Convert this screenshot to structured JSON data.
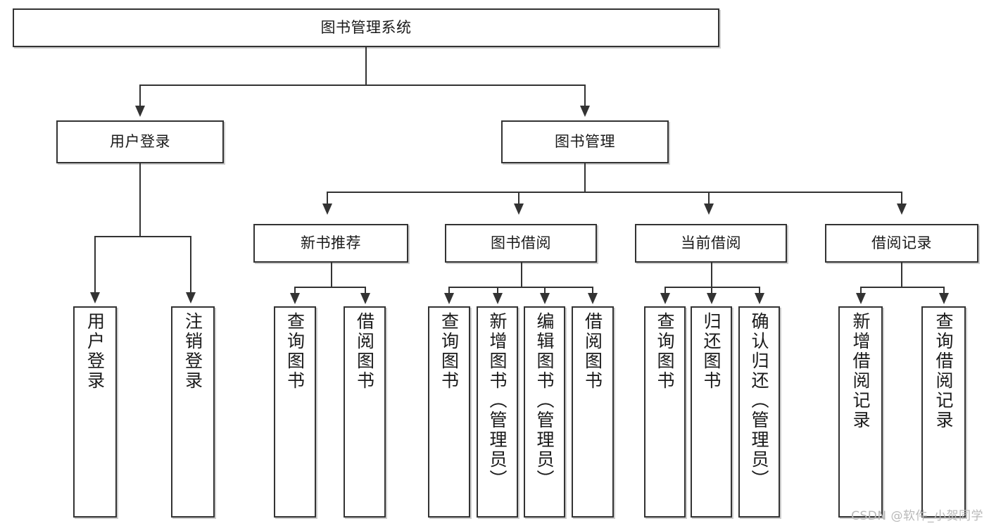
{
  "diagram": {
    "type": "tree-hierarchy",
    "title": "图书管理系统",
    "watermark": "CSDN @软件_小贺同学",
    "colors": {
      "border": "#333333",
      "background": "#ffffff",
      "text": "#1a1a1a",
      "shadow": "#bebebe",
      "watermark": "#b9b9b9"
    },
    "levels": {
      "root": {
        "label": "图书管理系统"
      },
      "level2": [
        {
          "id": "user-login",
          "label": "用户登录"
        },
        {
          "id": "book-management",
          "label": "图书管理"
        }
      ],
      "level3": [
        {
          "id": "new-book-recommend",
          "label": "新书推荐",
          "parent": "book-management"
        },
        {
          "id": "book-borrow",
          "label": "图书借阅",
          "parent": "book-management"
        },
        {
          "id": "current-borrow",
          "label": "当前借阅",
          "parent": "book-management"
        },
        {
          "id": "borrow-records",
          "label": "借阅记录",
          "parent": "book-management"
        }
      ],
      "leaves": [
        {
          "id": "leaf-user-login",
          "label": "用户登录",
          "parent": "user-login"
        },
        {
          "id": "leaf-logout-login",
          "label": "注销登录",
          "parent": "user-login"
        },
        {
          "id": "leaf-query-book-1",
          "label": "查询图书",
          "parent": "new-book-recommend"
        },
        {
          "id": "leaf-borrow-book-1",
          "label": "借阅图书",
          "parent": "new-book-recommend"
        },
        {
          "id": "leaf-query-book-2",
          "label": "查询图书",
          "parent": "book-borrow"
        },
        {
          "id": "leaf-add-book",
          "label": "新增图书（管理员）",
          "parent": "book-borrow"
        },
        {
          "id": "leaf-edit-book",
          "label": "编辑图书（管理员）",
          "parent": "book-borrow"
        },
        {
          "id": "leaf-borrow-book-2",
          "label": "借阅图书",
          "parent": "book-borrow"
        },
        {
          "id": "leaf-query-book-3",
          "label": "查询图书",
          "parent": "current-borrow"
        },
        {
          "id": "leaf-return-book",
          "label": "归还图书",
          "parent": "current-borrow"
        },
        {
          "id": "leaf-confirm-return",
          "label": "确认归还（管理员）",
          "parent": "current-borrow"
        },
        {
          "id": "leaf-add-record",
          "label": "新增借阅记录",
          "parent": "borrow-records"
        },
        {
          "id": "leaf-query-record",
          "label": "查询借阅记录",
          "parent": "borrow-records"
        }
      ]
    }
  }
}
